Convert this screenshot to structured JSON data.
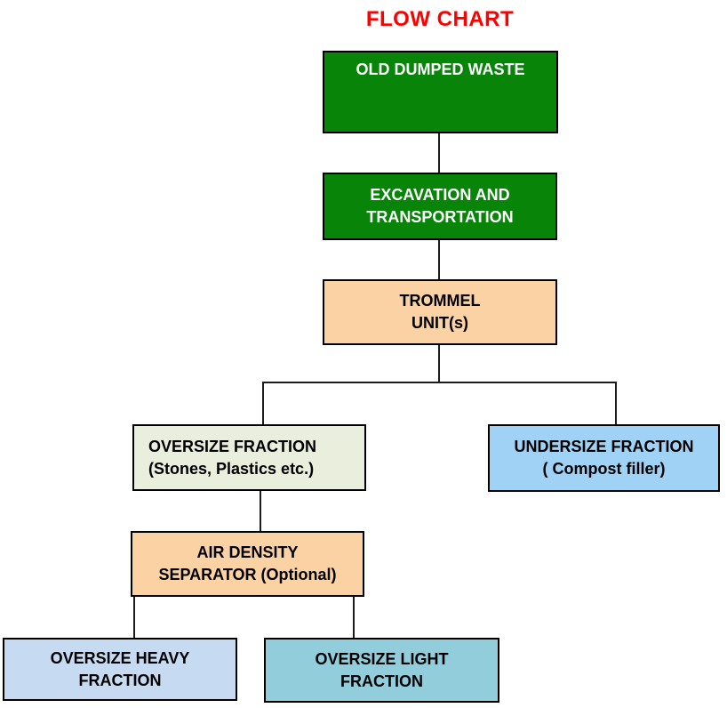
{
  "title": {
    "text": "FLOW CHART",
    "color": "#FF0000"
  },
  "nodes": {
    "old_dumped_waste": {
      "label": "OLD DUMPED WASTE",
      "fill": "#088408",
      "text_color": "#FFFFFF"
    },
    "excavation": {
      "label": "EXCAVATION AND\nTRANSPORTATION",
      "fill": "#088408",
      "text_color": "#FFFFFF"
    },
    "trommel": {
      "label": "TROMMEL\nUNIT(s)",
      "fill": "#FBD2A4",
      "text_color": "#000000"
    },
    "oversize_fraction": {
      "label": "OVERSIZE FRACTION\n(Stones, Plastics etc.)",
      "fill": "#EAEEDC",
      "text_color": "#000000"
    },
    "undersize_fraction": {
      "label": "UNDERSIZE FRACTION\n( Compost filler)",
      "fill": "#A0D2F6",
      "text_color": "#000000"
    },
    "air_density_separator": {
      "label": "AIR DENSITY\nSEPARATOR (Optional)",
      "fill": "#FBD2A4",
      "text_color": "#000000"
    },
    "oversize_heavy": {
      "label": "OVERSIZE HEAVY\nFRACTION",
      "fill": "#C6DAF2",
      "text_color": "#000000"
    },
    "oversize_light": {
      "label": "OVERSIZE LIGHT\nFRACTION",
      "fill": "#92CDDC",
      "text_color": "#000000"
    }
  },
  "connections": [
    {
      "from": "OLD DUMPED WASTE",
      "to": "EXCAVATION AND TRANSPORTATION"
    },
    {
      "from": "EXCAVATION AND TRANSPORTATION",
      "to": "TROMMEL UNIT(s)"
    },
    {
      "from": "TROMMEL UNIT(s)",
      "to": "OVERSIZE FRACTION (Stones, Plastics etc.)"
    },
    {
      "from": "TROMMEL UNIT(s)",
      "to": "UNDERSIZE FRACTION ( Compost filler)"
    },
    {
      "from": "OVERSIZE FRACTION (Stones, Plastics etc.)",
      "to": "AIR DENSITY SEPARATOR (Optional)"
    },
    {
      "from": "AIR DENSITY SEPARATOR (Optional)",
      "to": "OVERSIZE HEAVY FRACTION"
    },
    {
      "from": "AIR DENSITY SEPARATOR (Optional)",
      "to": "OVERSIZE LIGHT FRACTION"
    }
  ],
  "colors": {
    "line": "#1C1C1C",
    "border": "#000000",
    "background": "#FFFFFF"
  }
}
